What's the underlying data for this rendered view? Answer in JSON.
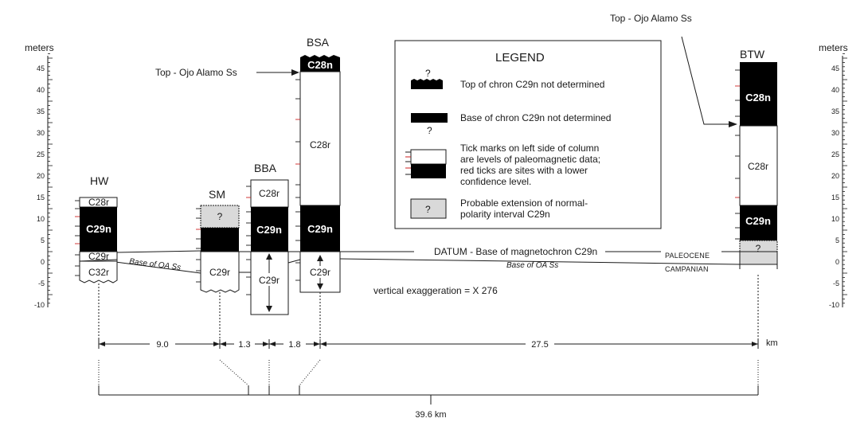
{
  "axis": {
    "title": "meters",
    "tick_labels": [
      "45",
      "40",
      "35",
      "30",
      "25",
      "20",
      "15",
      "10",
      "5",
      "0",
      "-5",
      "-10"
    ]
  },
  "columns": {
    "hw": {
      "name": "HW",
      "units": [
        "C28r",
        "C29n",
        "C29r",
        "C32r"
      ]
    },
    "sm": {
      "name": "SM",
      "units": [
        "?",
        "C29r"
      ]
    },
    "bba": {
      "name": "BBA",
      "units": [
        "C28r",
        "C29n",
        "C29r"
      ]
    },
    "bsa": {
      "name": "BSA",
      "units": [
        "C28n",
        "C28r",
        "C29n",
        "C29r"
      ]
    },
    "btw": {
      "name": "BTW",
      "units": [
        "C28n",
        "C28r",
        "C29n",
        "?"
      ]
    }
  },
  "annotations": {
    "top_ojo_left": "Top - Ojo Alamo Ss",
    "top_ojo_right": "Top - Ojo Alamo Ss",
    "datum": "DATUM - Base of magnetochron C29n",
    "base_oa_left": "Base of OA Ss",
    "base_oa_right": "Base of OA Ss",
    "paleocene": "PALEOCENE",
    "campanian": "CAMPANIAN",
    "exaggeration": "vertical exaggeration = X 276"
  },
  "legend": {
    "title": "LEGEND",
    "items": [
      {
        "text": [
          "Top of chron C29n not determined"
        ]
      },
      {
        "text": [
          "Base of chron C29n not determined"
        ]
      },
      {
        "text": [
          "Tick marks on left side of column",
          "are levels of paleomagnetic data;",
          "red ticks are sites with a lower",
          "confidence level."
        ]
      },
      {
        "text": [
          "Probable extension of normal-",
          "polarity interval C29n"
        ]
      }
    ],
    "question_mark": "?"
  },
  "distances": {
    "segments": [
      "9.0",
      "1.3",
      "1.8",
      "27.5"
    ],
    "unit": "km",
    "total": "39.6 km"
  },
  "colors": {
    "ink": "#1a1a1a",
    "normal": "#000000",
    "reversed": "#ffffff",
    "probable": "#d9d9d9",
    "red_tick": "#cc2222"
  }
}
